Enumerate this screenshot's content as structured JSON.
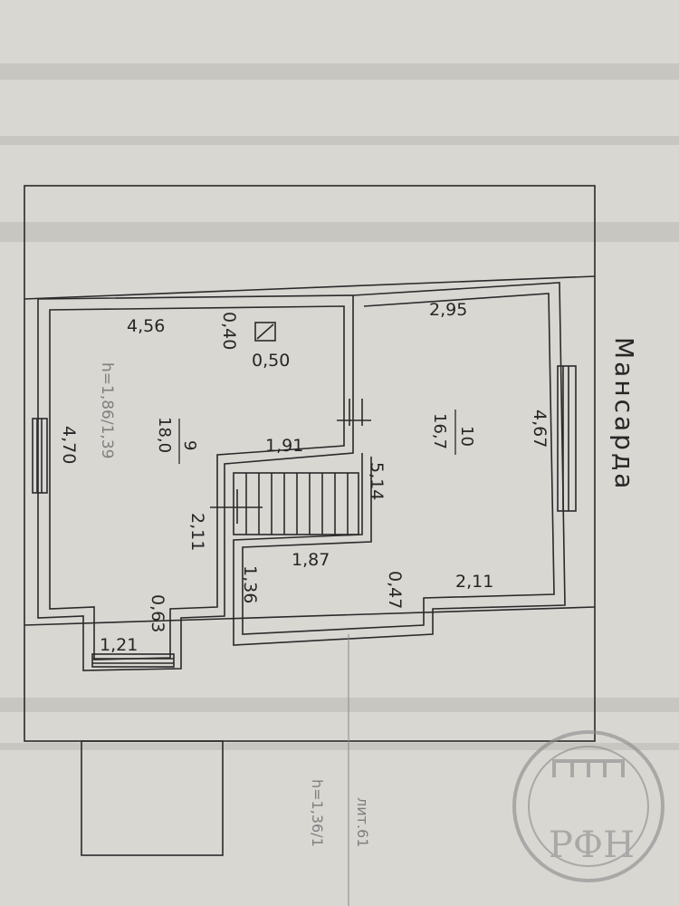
{
  "title": "Мансарда",
  "rooms": [
    {
      "number": "9",
      "area": "18,0"
    },
    {
      "number": "10",
      "area": "16,7"
    }
  ],
  "dimensions": {
    "d456": "4,56",
    "d040": "0,40",
    "d050": "0,50",
    "d295": "2,95",
    "d470": "4,70",
    "d191": "1,91",
    "d514": "5,14",
    "d467": "4,67",
    "d211_left": "2,11",
    "d187": "1,87",
    "d136": "1,36",
    "d047": "0,47",
    "d211_right": "2,11",
    "d063": "0,63",
    "d121": "1,21"
  },
  "height_notes": {
    "left": "h=1,86/1,39",
    "bottom": "h=1,36/1",
    "lit": "лит.61"
  },
  "stamp": {
    "text": "РФН",
    "color": "#8a8a8a"
  },
  "colors": {
    "ink": "#2a2a2a",
    "paper": "#d9d7d2"
  }
}
